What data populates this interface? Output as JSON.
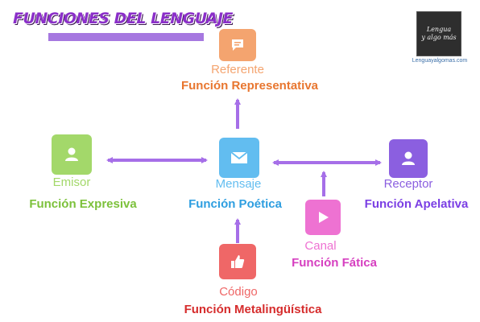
{
  "title": "FUNCIONES DEL LENGUAJE",
  "logo": {
    "line1": "Lengua",
    "line2": "y algo más",
    "url": "Lenguayalgomas.com"
  },
  "nodes": {
    "referente": {
      "label": "Referente",
      "function": "Función Representativa",
      "color": "#f4a46f",
      "function_color": "#e8762f",
      "icon": "chat-bubble-icon"
    },
    "emisor": {
      "label": "Emisor",
      "function": "Función Expresiva",
      "color": "#a3d86a",
      "function_color": "#7cc13b",
      "icon": "person-icon"
    },
    "mensaje": {
      "label": "Mensaje",
      "function": "Función Poética",
      "color": "#62bdf0",
      "function_color": "#2e9ee0",
      "icon": "envelope-icon"
    },
    "receptor": {
      "label": "Receptor",
      "function": "Función Apelativa",
      "color": "#8b5fe0",
      "function_color": "#7b3fe4",
      "icon": "person-icon"
    },
    "canal": {
      "label": "Canal",
      "function": "Función Fática",
      "color": "#ee72d2",
      "function_color": "#d63fc0",
      "icon": "play-icon"
    },
    "codigo": {
      "label": "Código",
      "function": "Función Metalingüística",
      "color": "#ef6767",
      "function_color": "#d62c2c",
      "icon": "thumbs-up-icon"
    }
  },
  "arrow_color": "#a66fe8"
}
